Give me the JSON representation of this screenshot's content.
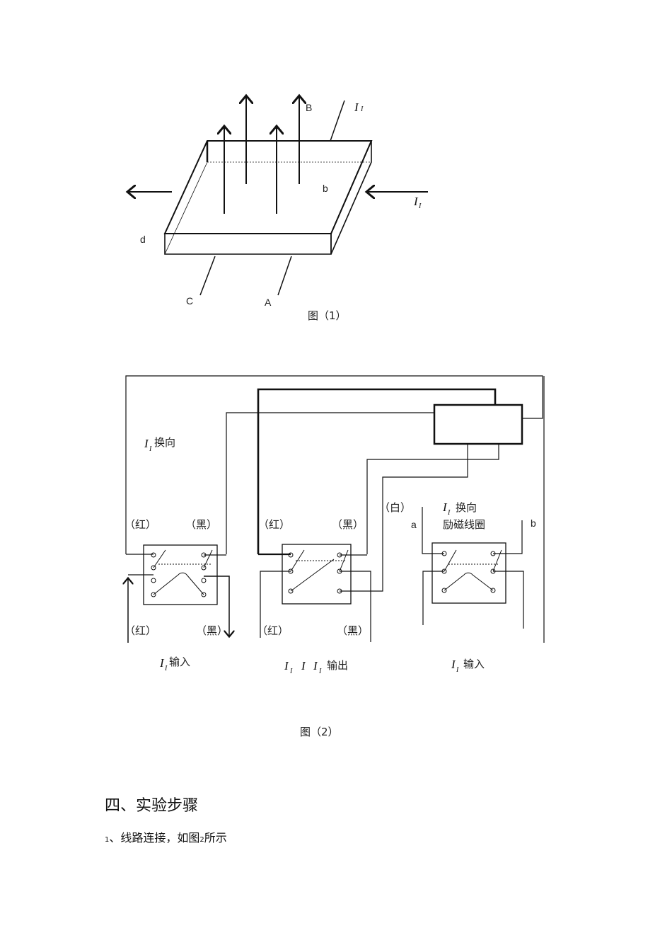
{
  "figure1": {
    "labels": {
      "B": "B",
      "b": "b",
      "d": "d",
      "C": "C",
      "A": "A",
      "I": "I",
      "I_sub": "I"
    },
    "caption": "图（1）"
  },
  "figure2": {
    "label_switch1_title": "换向",
    "I_letter": "I",
    "I_sub": "I",
    "red": "（红）",
    "black": "（黑）",
    "white": "（白）",
    "switch3_title_line1": "换向",
    "switch3_title_line2": "励磁线圈",
    "a": "a",
    "b": "b",
    "input1": "输入",
    "output_mid": "I",
    "output": "输出",
    "input3": "输入",
    "caption": "图（2）"
  },
  "section": {
    "heading": "四、实验步骤",
    "step_num": "1",
    "step_text_a": "、线路连接，如图",
    "step_small": "2",
    "step_text_b": "所示"
  }
}
